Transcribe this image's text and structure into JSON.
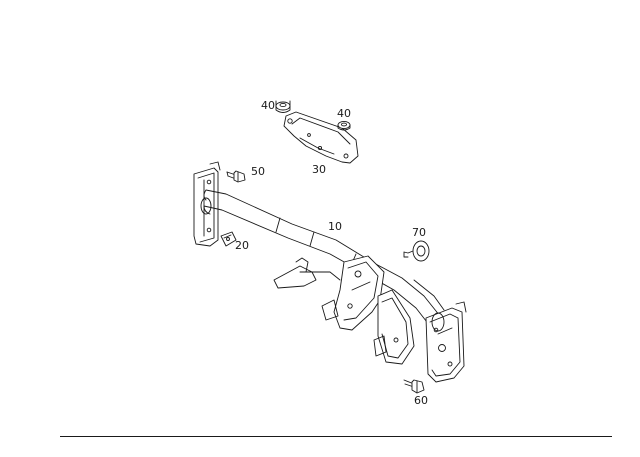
{
  "diagram": {
    "callouts": [
      {
        "id": "p40a",
        "label": "40"
      },
      {
        "id": "p40b",
        "label": "40"
      },
      {
        "id": "p50",
        "label": "50"
      },
      {
        "id": "p30",
        "label": "30"
      },
      {
        "id": "p10",
        "label": "10"
      },
      {
        "id": "p70",
        "label": "70"
      },
      {
        "id": "p20",
        "label": "20"
      },
      {
        "id": "p60",
        "label": "60"
      }
    ]
  }
}
